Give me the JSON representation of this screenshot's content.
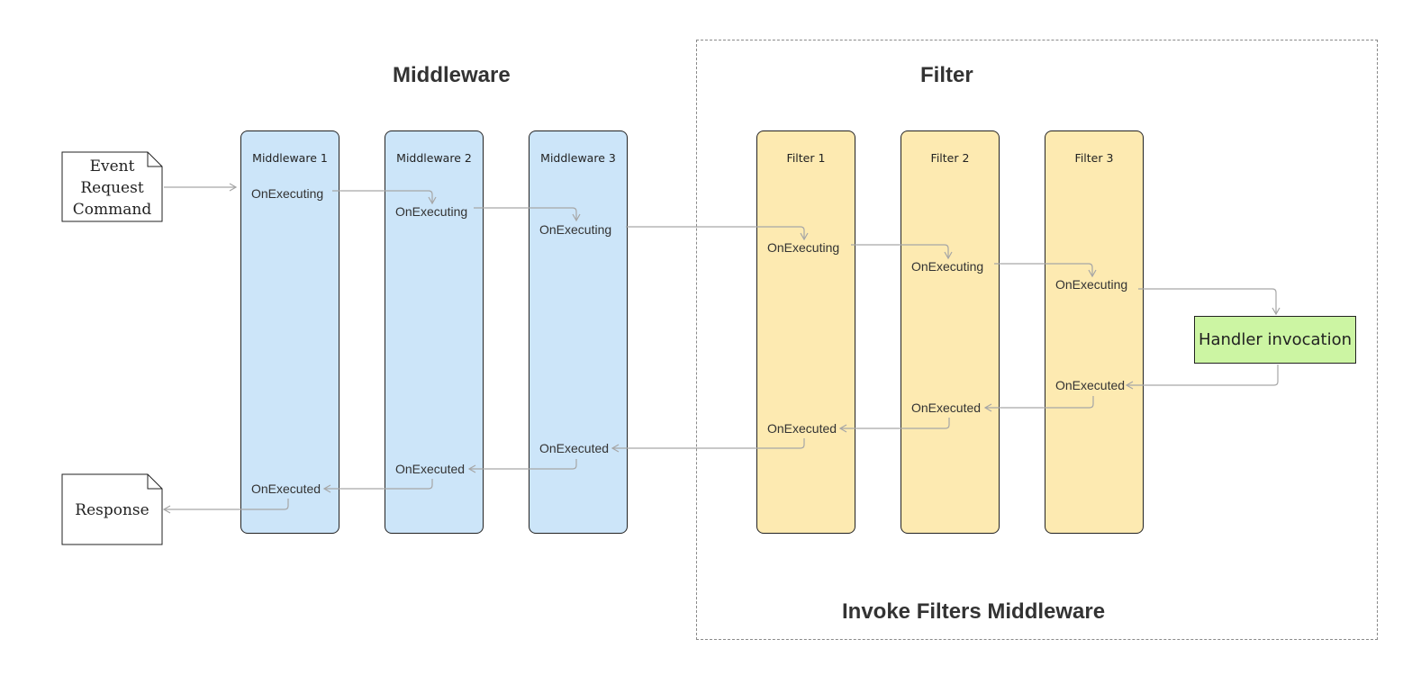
{
  "sections": {
    "middleware_title": "Middleware",
    "filter_title": "Filter",
    "invoke_title": "Invoke Filters Middleware"
  },
  "inputs": {
    "event_lines": [
      "Event",
      "Request",
      "Command"
    ],
    "response": "Response"
  },
  "middlewares": [
    {
      "label": "Middleware 1",
      "executing": "OnExecuting",
      "executed": "OnExecuted"
    },
    {
      "label": "Middleware 2",
      "executing": "OnExecuting",
      "executed": "OnExecuted"
    },
    {
      "label": "Middleware 3",
      "executing": "OnExecuting",
      "executed": "OnExecuted"
    }
  ],
  "filters": [
    {
      "label": "Filter 1",
      "executing": "OnExecuting",
      "executed": "OnExecuted"
    },
    {
      "label": "Filter 2",
      "executing": "OnExecuting",
      "executed": "OnExecuted"
    },
    {
      "label": "Filter 3",
      "executing": "OnExecuting",
      "executed": "OnExecuted"
    }
  ],
  "handler": {
    "label": "Handler invocation"
  },
  "colors": {
    "middleware_fill": "#cce5f9",
    "filter_fill": "#fdeab1",
    "handler_fill": "#ccf5a3",
    "arrow": "#a6a6a6",
    "dashed_border": "#8a8a8a"
  }
}
